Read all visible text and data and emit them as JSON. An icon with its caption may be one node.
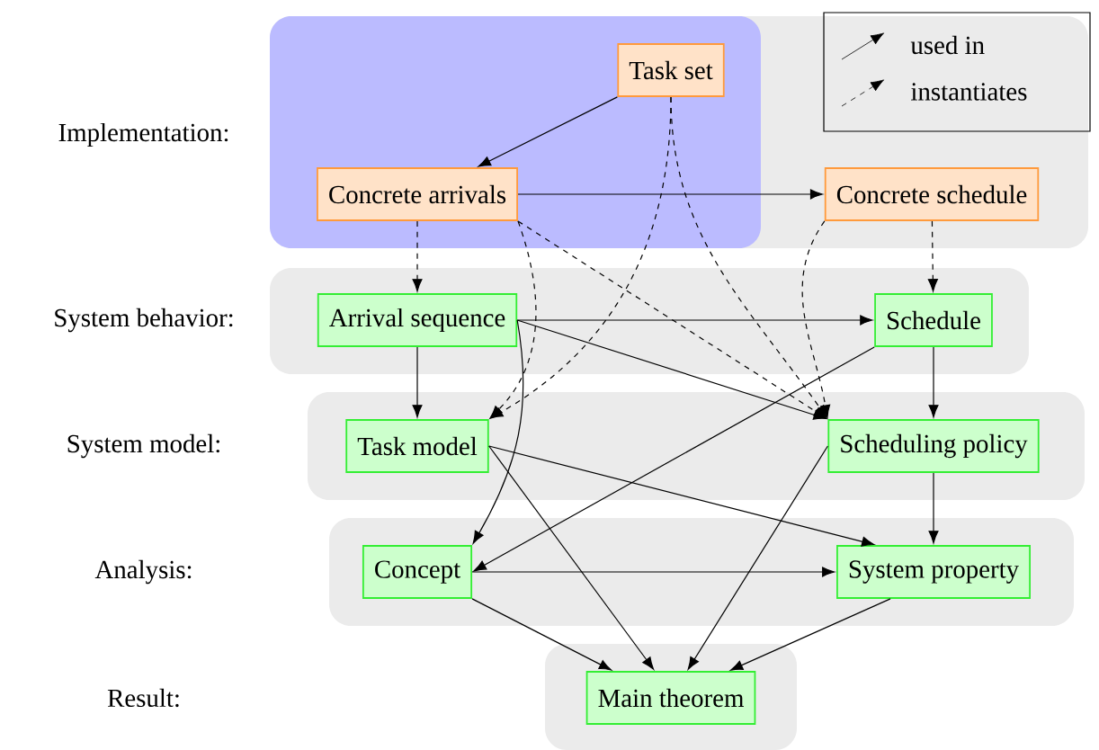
{
  "diagram": {
    "nodes": [
      {
        "text": [
          "Task set"
        ]
      },
      {
        "text": [
          "Concrete arrivals"
        ]
      },
      {
        "text": [
          "Concrete schedule"
        ]
      },
      {
        "text": [
          "Arrival sequence"
        ]
      },
      {
        "text": [
          "Schedule"
        ]
      },
      {
        "text": [
          "Task model"
        ]
      },
      {
        "text": [
          "Scheduling policy"
        ]
      },
      {
        "text": [
          "Concept"
        ]
      },
      {
        "text": [
          "System property"
        ]
      },
      {
        "text": [
          "Main theorem"
        ]
      }
    ],
    "edges": [
      {
        "from": 0,
        "to": 1,
        "arrow": "to"
      },
      {
        "from": 1,
        "to": 2,
        "arrow": "to"
      },
      {
        "from": 3,
        "to": 4,
        "arrow": "to"
      },
      {
        "from": 3,
        "to": 6,
        "arrow": "to"
      },
      {
        "from": 3,
        "to": 5,
        "arrow": "to"
      },
      {
        "from": 3,
        "to": 7,
        "arrow": "to"
      },
      {
        "from": 4,
        "to": 7,
        "arrow": "to"
      },
      {
        "from": 4,
        "to": 6,
        "arrow": "to"
      },
      {
        "from": 6,
        "to": 8,
        "arrow": "to"
      },
      {
        "from": 5,
        "to": 8,
        "arrow": "to"
      },
      {
        "from": 5,
        "to": 9,
        "arrow": "to"
      },
      {
        "from": 6,
        "to": 9,
        "arrow": "to"
      },
      {
        "from": 7,
        "to": 8,
        "arrow": "to"
      },
      {
        "from": 7,
        "to": 9,
        "arrow": "to"
      },
      {
        "from": 8,
        "to": 9,
        "arrow": "to"
      },
      {
        "from": 1,
        "to": 3,
        "arrow": "to",
        "style": "dashed"
      },
      {
        "from": 2,
        "to": 4,
        "arrow": "to",
        "style": "dashed"
      },
      {
        "from": 0,
        "to": 5,
        "arrow": "to",
        "style": "dashed"
      },
      {
        "from": 0,
        "to": 6,
        "arrow": "to",
        "style": "dashed"
      },
      {
        "from": 1,
        "to": 5,
        "arrow": "to",
        "style": "dashed"
      },
      {
        "from": 1,
        "to": 6,
        "arrow": "to",
        "style": "dashed"
      },
      {
        "from": 2,
        "to": 6,
        "arrow": "to",
        "style": "dashed"
      }
    ],
    "labels": [
      "Implementation:",
      "System behavior:",
      "System model:",
      "Analysis:",
      "Result:"
    ],
    "legend": [
      {
        "text": "used in"
      },
      {
        "text": "instantiates"
      }
    ]
  }
}
